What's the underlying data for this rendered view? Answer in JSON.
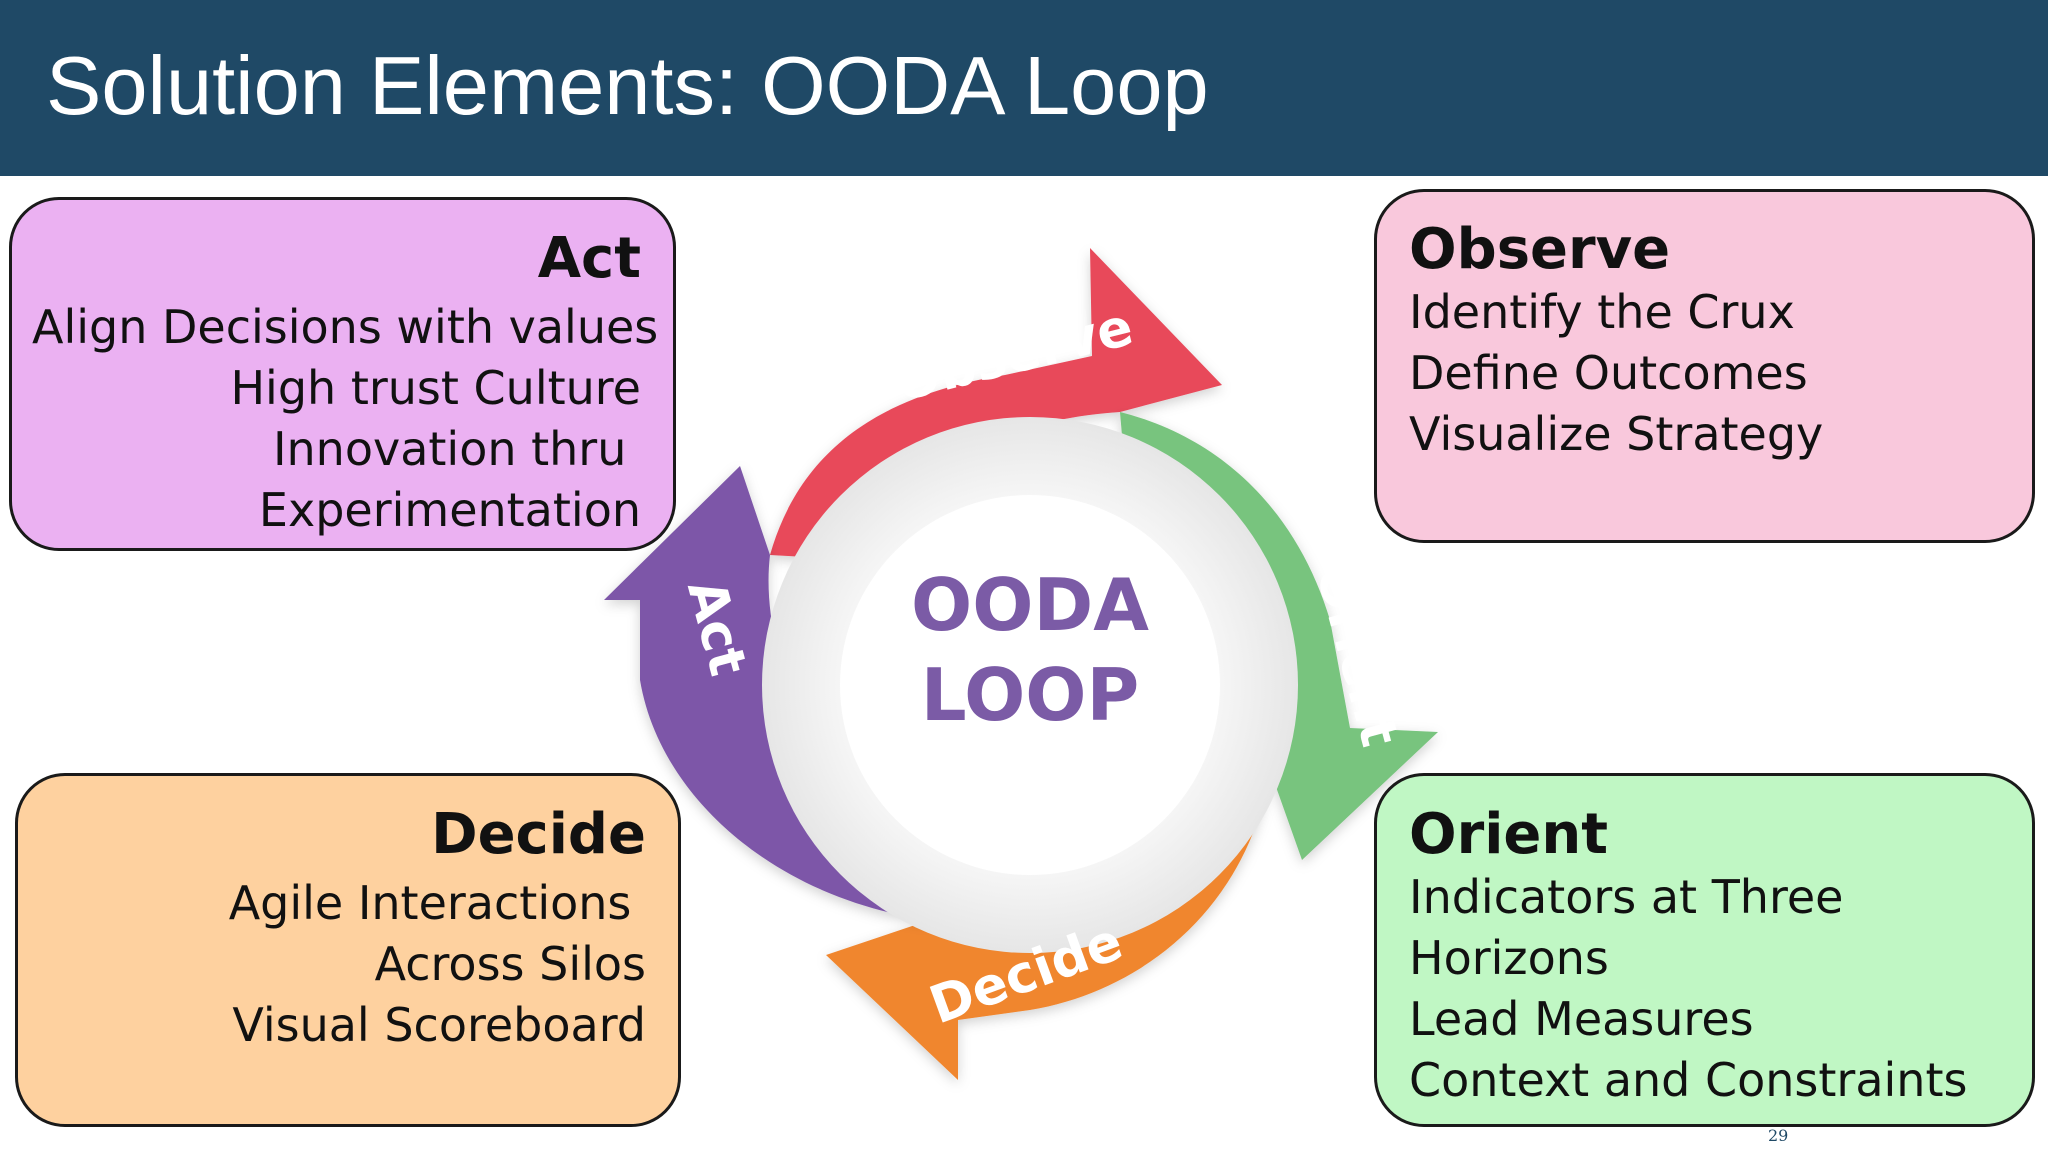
{
  "slide": {
    "title": "Solution Elements: OODA Loop",
    "page_number": "29"
  },
  "diagram": {
    "center_label_line1": "OODA",
    "center_label_line2": "LOOP",
    "arrows": {
      "observe": "Observe",
      "orient": "Orient",
      "decide": "Decide",
      "act": "Act"
    }
  },
  "cards": {
    "act": {
      "title": "Act",
      "lines": [
        "Align Decisions with values",
        "High trust Culture",
        "Innovation thru ",
        "Experimentation"
      ]
    },
    "observe": {
      "title": "Observe",
      "lines": [
        "Identify the Crux",
        "Define Outcomes",
        "Visualize Strategy"
      ]
    },
    "decide": {
      "title": "Decide",
      "lines": [
        "Agile Interactions ",
        "Across Silos",
        "Visual Scoreboard"
      ]
    },
    "orient": {
      "title": "Orient",
      "lines": [
        "Indicators at Three",
        "Horizons",
        "Lead Measures",
        "Context and Constraints"
      ]
    }
  },
  "colors": {
    "header": "#1f4966",
    "observe_arrow": "#e8495a",
    "orient_arrow": "#78c47e",
    "decide_arrow": "#f0862f",
    "act_arrow": "#7d57a8",
    "center_text": "#7b5ba6",
    "act_card": "#ebb1f2",
    "observe_card": "#f9c8dc",
    "decide_card": "#fed19f",
    "orient_card": "#c0f7c4"
  }
}
